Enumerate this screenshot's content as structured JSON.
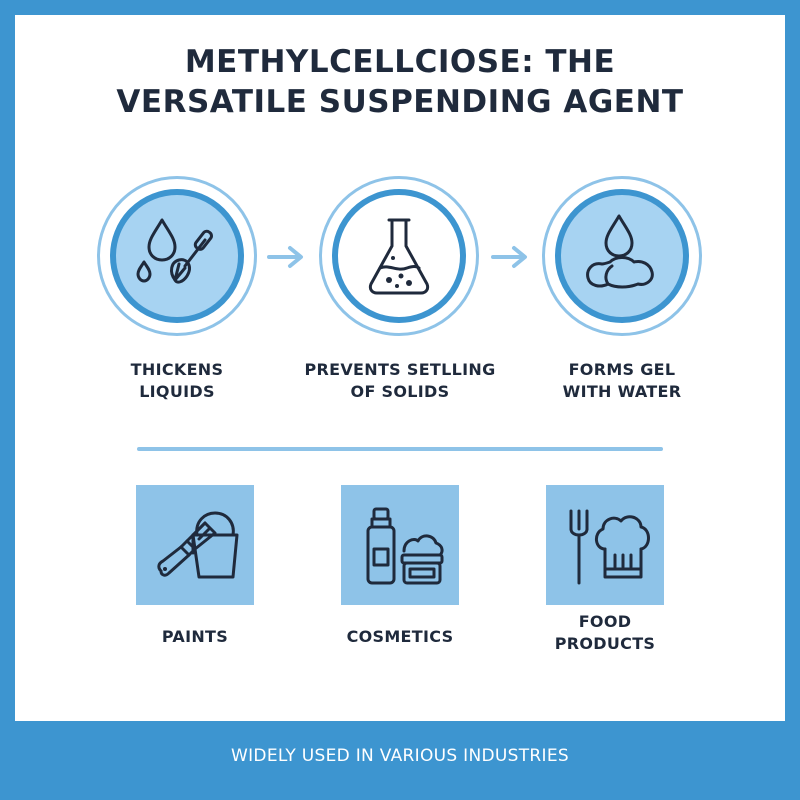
{
  "title": {
    "line1": "METHYLCELLCIOSE: THE",
    "line2": "VERSATILE SUSPENDING AGENT"
  },
  "features": [
    {
      "icon": "droplets-whisk-icon",
      "line1": "THICKENS",
      "line2": "LIQUIDS"
    },
    {
      "icon": "flask-icon",
      "line1": "PREVENTS SETLLING",
      "line2": "OF SOLIDS"
    },
    {
      "icon": "gel-drop-icon",
      "line1": "FORMS GEL",
      "line2": "WITH WATER"
    }
  ],
  "industries": [
    {
      "icon": "paint-bucket-brush-icon",
      "line1": "PAINTS",
      "line2": ""
    },
    {
      "icon": "cosmetics-icon",
      "line1": "COSMETICS",
      "line2": ""
    },
    {
      "icon": "fork-chef-hat-icon",
      "line1": "FOOD",
      "line2": "PRODUCTS"
    }
  ],
  "footer": "WIDELY USED IN VARIOUS INDUSTRIES",
  "colors": {
    "background": "#3d95d0",
    "accent_light": "#8ec3e8",
    "circle_fill": "#a7d3f2",
    "text": "#1f2a3c"
  }
}
